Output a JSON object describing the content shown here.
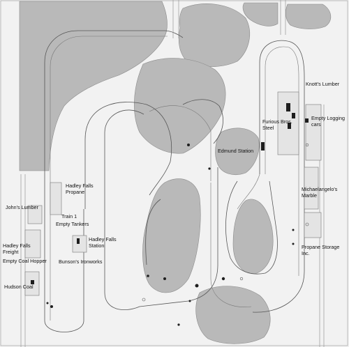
{
  "layout": {
    "labels": {
      "knotts_lumber": "Knott's Lumber",
      "empty_logging_1": "Empty Logging",
      "empty_logging_2": "cars",
      "furious_1": "Furious Bros.",
      "furious_2": "Steel",
      "edmund_station": "Edmund Station",
      "michaelangelo_1": "Michaelangelo's",
      "michaelangelo_2": "Marble",
      "propane_storage_1": "Propane Storage",
      "propane_storage_2": "Inc.",
      "hadley_propane_1": "Hadley Falls",
      "hadley_propane_2": "Propane",
      "johns_lumber": "John's Lumber",
      "train_1": "Train 1",
      "empty_tankers": "Empty Tankers",
      "hadley_station_1": "Hadley Falls",
      "hadley_station_2": "Station",
      "bunsons_ironworks": "Bunson's Ironworks",
      "hadley_freight_1": "Hadley Falls",
      "hadley_freight_2": "Freight",
      "empty_coal_hopper": "Empty Coal Hopper",
      "hudson_coal": "Hudson Coal"
    },
    "colors": {
      "background": "#f2f2f2",
      "terrain": "#b9b9b9",
      "track": "#555555",
      "building": "#e4e4e4",
      "text": "#111111"
    }
  }
}
